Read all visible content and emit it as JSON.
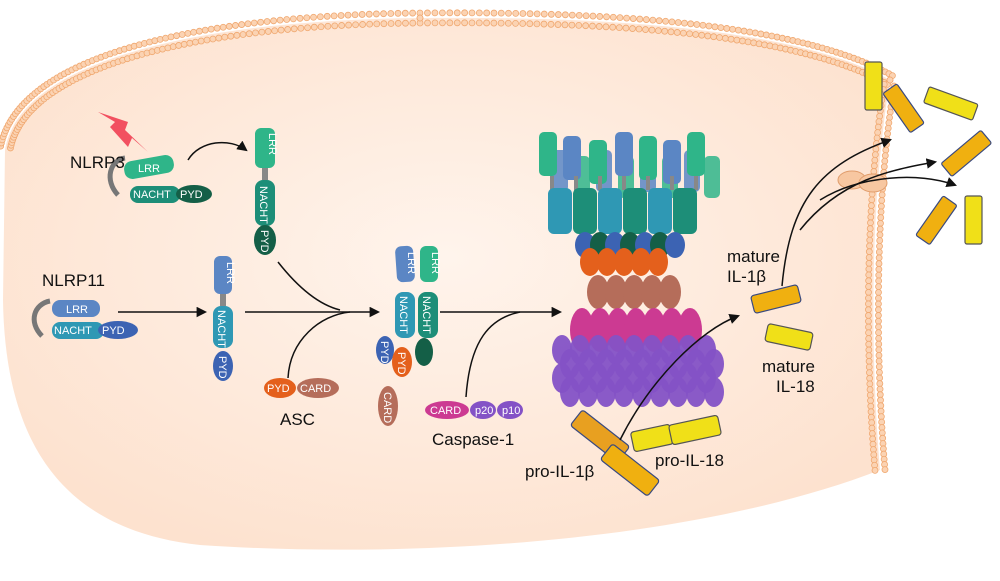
{
  "labels": {
    "nlrp3": "NLRP3",
    "nlrp11": "NLRP11",
    "asc": "ASC",
    "caspase1": "Caspase-1",
    "mature_il1b": [
      "mature",
      "IL-1β"
    ],
    "mature_il18": [
      "mature",
      "IL-18"
    ],
    "pro_il1b": "pro-IL-1β",
    "pro_il18": "pro-IL-18"
  },
  "domains": {
    "lrr": "LRR",
    "nacht": "NACHT",
    "pyd": "PYD",
    "card": "CARD",
    "p20": "p20",
    "p10": "p10"
  },
  "colors": {
    "cell": "#fdebdd",
    "membrane": "#f3b88a",
    "nlrp3_lrr": "#2fb589",
    "nlrp3_nacht": "#1d8e78",
    "nlrp3_pyd": "#145f47",
    "nlrp11_lrr": "#5b86c4",
    "nlrp11_nacht": "#2f98b4",
    "nlrp11_pyd": "#3c63b3",
    "asc_pyd": "#e4601c",
    "asc_card": "#b56d5a",
    "casp_card": "#cc3a92",
    "casp_p": "#8452c6",
    "cytokine": "#f7c20c",
    "signal": "#f25060"
  }
}
